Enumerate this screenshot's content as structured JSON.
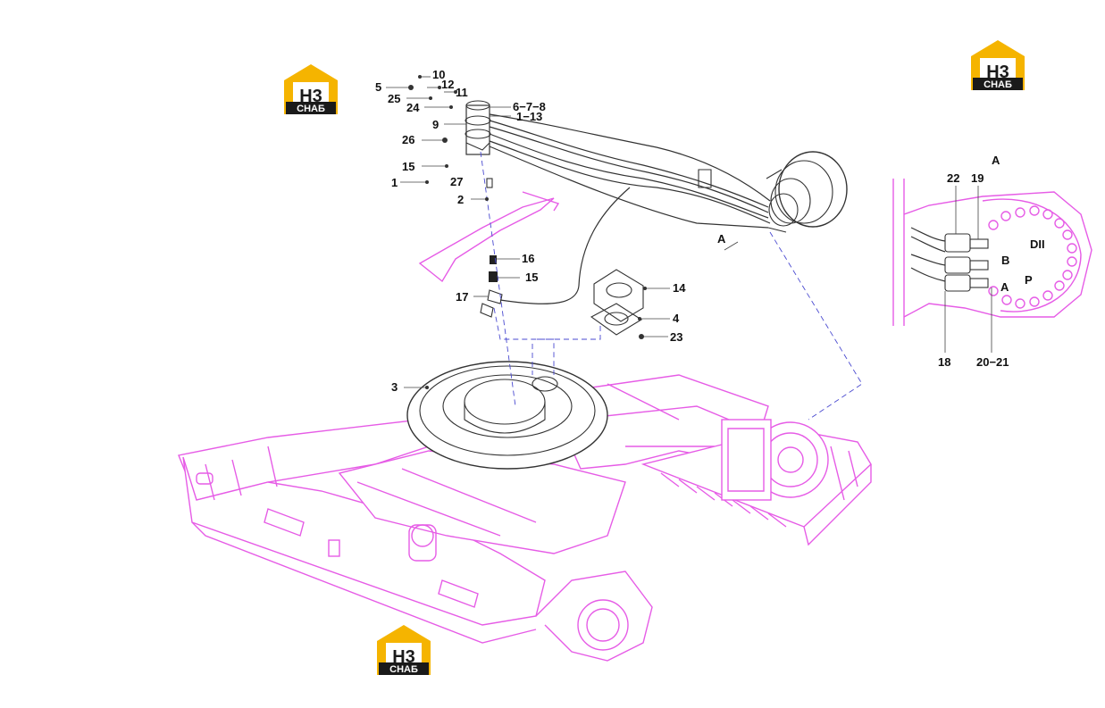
{
  "logo": {
    "letters": "H3",
    "text": "СНАБ",
    "color_orange": "#f5b400",
    "color_dark": "#1a1a1a"
  },
  "colors": {
    "frame": "#e65ce6",
    "line": "#333333",
    "dash": "#4a4ad0"
  },
  "callouts": [
    "10",
    "5",
    "12",
    "11",
    "25",
    "24",
    "6−7−8",
    "1−13",
    "9",
    "26",
    "15",
    "1",
    "27",
    "2",
    "16",
    "15",
    "17",
    "14",
    "4",
    "23",
    "3",
    "A"
  ],
  "detail": {
    "title": "A",
    "labels": [
      "22",
      "19",
      "DII",
      "B",
      "P",
      "A",
      "18",
      "20−21"
    ]
  }
}
